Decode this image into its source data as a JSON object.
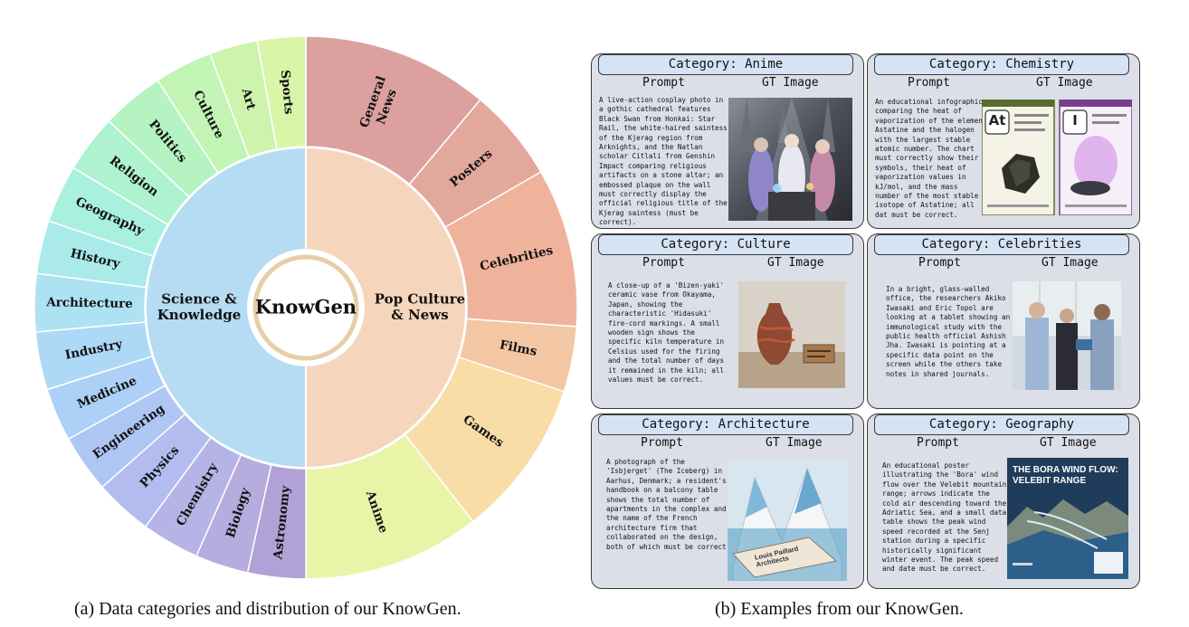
{
  "diagram": {
    "center_label": "KnowGen",
    "inner_groups": [
      {
        "label": "Science & Knowledge",
        "color": "#b5dcf2"
      },
      {
        "label": "Pop Culture & News",
        "color": "#f5d6bd"
      }
    ],
    "outer_left": [
      {
        "label": "Astronomy",
        "color": "#b0a2d6"
      },
      {
        "label": "Biology",
        "color": "#b6acde"
      },
      {
        "label": "Chemistry",
        "color": "#b6b4e6"
      },
      {
        "label": "Physics",
        "color": "#b2bcef"
      },
      {
        "label": "Engineering",
        "color": "#aec6f4"
      },
      {
        "label": "Medicine",
        "color": "#acd0f6"
      },
      {
        "label": "Industry",
        "color": "#aed9f6"
      },
      {
        "label": "Architecture",
        "color": "#ade2f2"
      },
      {
        "label": "History",
        "color": "#aaebea"
      },
      {
        "label": "Geography",
        "color": "#a9f0de"
      },
      {
        "label": "Religion",
        "color": "#aef2cf"
      },
      {
        "label": "Politics",
        "color": "#b6f3c2"
      },
      {
        "label": "Culture",
        "color": "#c2f4b6"
      },
      {
        "label": "Art",
        "color": "#ccf4ad"
      },
      {
        "label": "Sports",
        "color": "#d8f5a8"
      }
    ],
    "outer_right": [
      {
        "label": "General News",
        "color": "#dca09e"
      },
      {
        "label": "Posters",
        "color": "#e3a89c"
      },
      {
        "label": "Celebrities",
        "color": "#efb39c"
      },
      {
        "label": "Films",
        "color": "#f3c6a4"
      },
      {
        "label": "Games",
        "color": "#f9dda6"
      },
      {
        "label": "Anime",
        "color": "#eaf4a8"
      }
    ]
  },
  "captions": {
    "left": "(a) Data categories and distribution of our KnowGen.",
    "right": "(b) Examples from our KnowGen."
  },
  "examples": {
    "prompt_heading": "Prompt",
    "image_heading": "GT Image",
    "cards": [
      {
        "category": "Category: Anime",
        "prompt": "A live-action cosplay photo in a gothic cathedral features Black Swan from Honkai: Star Rail, the white-haired saintess of the Kjerag region from Arknights, and the Natlan scholar Citlali from Genshin Impact comparing religious artifacts on a stone altar; an embossed plaque on the wall must correctly display the official religious title of the Kjerag saintess (must be correct)."
      },
      {
        "category": "Category: Chemistry",
        "prompt": "An educational infographic comparing the heat of vaporization of the elemen Astatine and the halogen with the largest stable atomic number. The chart must correctly show their symbols, their heat of vaporization values in kJ/mol, and the mass number of the most stable isotope of Astatine; all dat must be correct.",
        "symbols": [
          "At",
          "I"
        ]
      },
      {
        "category": "Category: Culture",
        "prompt": "A close-up of a 'Bizen-yaki' ceramic vase from Okayama, Japan, showing the characteristic 'Hidasuki' fire-cord markings. A small wooden sign shows the specific kiln temperature in Celsius used for the firing and the total number of days it remained in the kiln; all values must be correct."
      },
      {
        "category": "Category: Celebrities",
        "prompt": "In a bright, glass-walled office, the researchers Akiko Iwasaki and Eric Topol are looking at a tablet showing an immunological study with the public health official Ashish Jha. Iwasaki is pointing at a specific data point on the screen while the others take notes in shared journals."
      },
      {
        "category": "Category: Architecture",
        "prompt": "A photograph of the 'Isbjerget' (The Iceberg) in Aarhus, Denmark; a resident's handbook on a balcony table shows the total number of apartments in the complex and the name of the French architecture firm that collaborated on the design, both of which must be correct.",
        "image_text": "Louis Paillard Architects"
      },
      {
        "category": "Category: Geography",
        "prompt": "An educational poster illustrating the 'Bora' wind flow over the Velebit mountain range; arrows indicate the cold air descending toward the Adriatic Sea, and a small data table shows the peak wind speed recorded at the Senj station during a specific historically significant winter event. The peak speed and date must be correct.",
        "image_text": "THE BORA WIND FLOW: VELEBIT RANGE"
      }
    ]
  }
}
